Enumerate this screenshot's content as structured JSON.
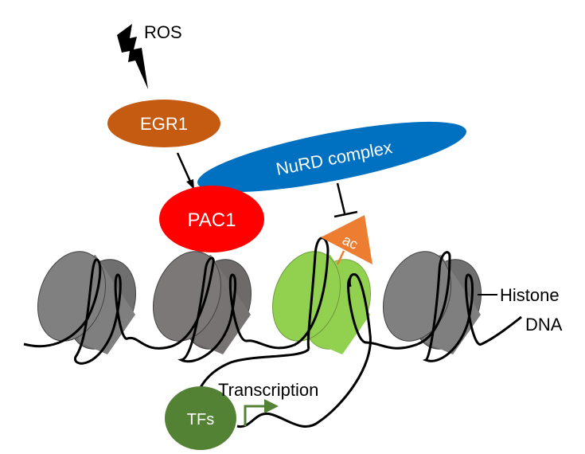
{
  "labels": {
    "ros": "ROS",
    "egr1": "EGR1",
    "pac1": "PAC1",
    "nurd": "NuRD complex",
    "ac": "ac",
    "histone": "Histone",
    "dna": "DNA",
    "transcription": "Transcription",
    "tfs": "TFs"
  },
  "colors": {
    "egr1": "#C55A11",
    "nurd": "#0070C0",
    "pac1": "#FF0000",
    "ac": "#ED7D31",
    "histone": "#7F7F7F",
    "acetylated_histone": "#92D050",
    "tfs": "#548235",
    "transcription_arrow": "#548235"
  },
  "icons": {
    "ros": "lightning-bolt-icon"
  }
}
